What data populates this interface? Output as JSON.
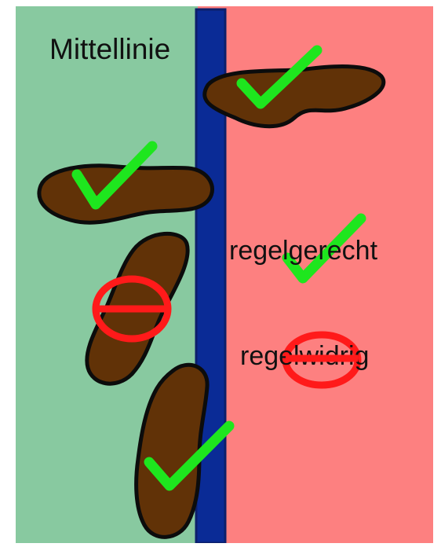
{
  "labels": {
    "centerline": "Mittellinie",
    "legal": "regelgerecht",
    "illegal": "regelwidrig"
  },
  "colors": {
    "left_zone": "#88c9a0",
    "right_zone": "#fd8080",
    "center_line": "#0a2b96",
    "center_line_stroke": "#0c1f6b",
    "stone_fill": "#613207",
    "stone_stroke": "#0c0c0c",
    "check": "#1ee61e",
    "prohibit": "#ff1a1a"
  },
  "icons": {
    "legal": "checkmark-icon",
    "illegal": "prohibition-icon"
  }
}
